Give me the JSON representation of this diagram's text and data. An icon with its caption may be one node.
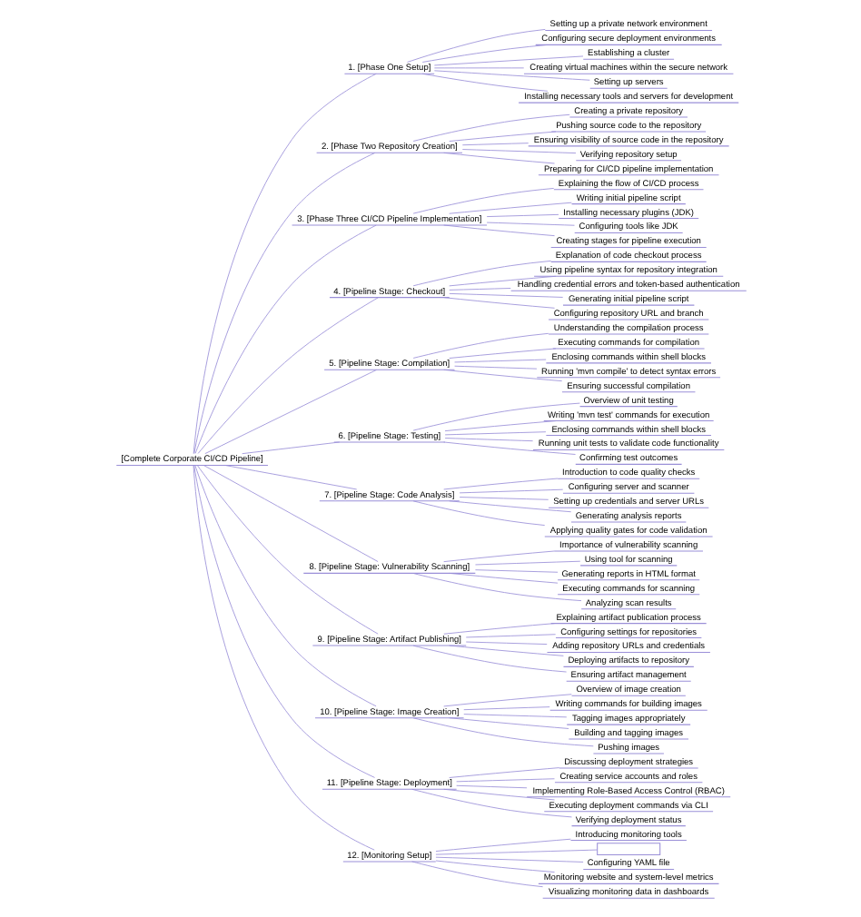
{
  "diagram": {
    "nodes": [
      {
        "text": [
          "[Complete Corporate CI/CD Pipeline]"
        ]
      },
      {
        "text": [
          "1. [Phase One Setup]"
        ]
      },
      {
        "text": [
          "Setting up a private network environment"
        ]
      },
      {
        "text": [
          "Configuring secure deployment environments"
        ]
      },
      {
        "text": [
          "Establishing a cluster"
        ]
      },
      {
        "text": [
          "Creating virtual machines within the secure network"
        ]
      },
      {
        "text": [
          "Setting up servers"
        ]
      },
      {
        "text": [
          "Installing necessary tools and servers for development"
        ]
      },
      {
        "text": [
          "2. [Phase Two Repository Creation]"
        ]
      },
      {
        "text": [
          "Creating a private repository"
        ]
      },
      {
        "text": [
          "Pushing source code to the repository"
        ]
      },
      {
        "text": [
          "Ensuring visibility of source code in the repository"
        ]
      },
      {
        "text": [
          "Verifying repository setup"
        ]
      },
      {
        "text": [
          "Preparing for CI/CD pipeline implementation"
        ]
      },
      {
        "text": [
          "3. [Phase Three CI/CD Pipeline Implementation]"
        ]
      },
      {
        "text": [
          "Explaining the flow of CI/CD process"
        ]
      },
      {
        "text": [
          "Writing initial pipeline script"
        ]
      },
      {
        "text": [
          "Installing necessary plugins (JDK)"
        ]
      },
      {
        "text": [
          "Configuring tools like JDK"
        ]
      },
      {
        "text": [
          "Creating stages for pipeline execution"
        ]
      },
      {
        "text": [
          "4. [Pipeline Stage: Checkout]"
        ]
      },
      {
        "text": [
          "Explanation of code checkout process"
        ]
      },
      {
        "text": [
          "Using pipeline syntax for repository integration"
        ]
      },
      {
        "text": [
          "Handling credential errors and token-based authentication"
        ]
      },
      {
        "text": [
          "Generating initial pipeline script"
        ]
      },
      {
        "text": [
          "Configuring repository URL and branch"
        ]
      },
      {
        "text": [
          "5. [Pipeline Stage: Compilation]"
        ]
      },
      {
        "text": [
          "Understanding the compilation process"
        ]
      },
      {
        "text": [
          "Executing commands for compilation"
        ]
      },
      {
        "text": [
          "Enclosing commands within shell blocks"
        ]
      },
      {
        "text": [
          "Running 'mvn compile' to detect syntax errors"
        ]
      },
      {
        "text": [
          "Ensuring successful compilation"
        ]
      },
      {
        "text": [
          "6. [Pipeline Stage: Testing]"
        ]
      },
      {
        "text": [
          "Overview of unit testing"
        ]
      },
      {
        "text": [
          "Writing 'mvn test' commands for execution"
        ]
      },
      {
        "text": [
          "Enclosing commands within shell blocks"
        ]
      },
      {
        "text": [
          "Running unit tests to validate code functionality"
        ]
      },
      {
        "text": [
          "Confirming test outcomes"
        ]
      },
      {
        "text": [
          "7. [Pipeline Stage: Code Analysis]"
        ]
      },
      {
        "text": [
          "Introduction to code quality checks"
        ]
      },
      {
        "text": [
          "Configuring server and scanner"
        ]
      },
      {
        "text": [
          "Setting up credentials and server URLs"
        ]
      },
      {
        "text": [
          "Generating analysis reports"
        ]
      },
      {
        "text": [
          "Applying quality gates for code validation"
        ]
      },
      {
        "text": [
          "8. [Pipeline Stage: Vulnerability Scanning]"
        ]
      },
      {
        "text": [
          "Importance of vulnerability scanning"
        ]
      },
      {
        "text": [
          "Using tool for scanning"
        ]
      },
      {
        "text": [
          "Generating reports in HTML format"
        ]
      },
      {
        "text": [
          "Executing commands for scanning"
        ]
      },
      {
        "text": [
          "Analyzing scan results"
        ]
      },
      {
        "text": [
          "9. [Pipeline Stage: Artifact Publishing]"
        ]
      },
      {
        "text": [
          "Explaining artifact publication process"
        ]
      },
      {
        "text": [
          "Configuring settings for repositories"
        ]
      },
      {
        "text": [
          "Adding repository URLs and credentials"
        ]
      },
      {
        "text": [
          "Deploying artifacts to repository"
        ]
      },
      {
        "text": [
          "Ensuring artifact management"
        ]
      },
      {
        "text": [
          "10. [Pipeline Stage: Image Creation]"
        ]
      },
      {
        "text": [
          "Overview of image creation"
        ]
      },
      {
        "text": [
          "Writing commands for building images"
        ]
      },
      {
        "text": [
          "Tagging images appropriately"
        ]
      },
      {
        "text": [
          "Building and tagging images"
        ]
      },
      {
        "text": [
          "Pushing images"
        ]
      },
      {
        "text": [
          "11. [Pipeline Stage: Deployment]"
        ]
      },
      {
        "text": [
          "Discussing deployment strategies"
        ]
      },
      {
        "text": [
          "Creating service accounts and roles"
        ]
      },
      {
        "text": [
          "Implementing Role-Based Access Control (RBAC)"
        ]
      },
      {
        "text": [
          "Executing deployment commands via CLI"
        ]
      },
      {
        "text": [
          "Verifying deployment status"
        ]
      },
      {
        "text": [
          "12. [Monitoring Setup]"
        ]
      },
      {
        "text": [
          "Introducing monitoring tools"
        ]
      },
      {
        "text": [],
        "shape": "box"
      },
      {
        "text": [
          "Configuring YAML file"
        ]
      },
      {
        "text": [
          "Monitoring website and system-level metrics"
        ]
      },
      {
        "text": [
          "Visualizing monitoring data in dashboards"
        ]
      }
    ],
    "edges": [
      {
        "from": 0,
        "to": 1,
        "arrow": "none"
      },
      {
        "from": 1,
        "to": 2,
        "arrow": "none"
      },
      {
        "from": 1,
        "to": 3,
        "arrow": "none"
      },
      {
        "from": 1,
        "to": 4,
        "arrow": "none"
      },
      {
        "from": 1,
        "to": 5,
        "arrow": "none"
      },
      {
        "from": 1,
        "to": 6,
        "arrow": "none"
      },
      {
        "from": 1,
        "to": 7,
        "arrow": "none"
      },
      {
        "from": 0,
        "to": 8,
        "arrow": "none"
      },
      {
        "from": 8,
        "to": 9,
        "arrow": "none"
      },
      {
        "from": 8,
        "to": 10,
        "arrow": "none"
      },
      {
        "from": 8,
        "to": 11,
        "arrow": "none"
      },
      {
        "from": 8,
        "to": 12,
        "arrow": "none"
      },
      {
        "from": 8,
        "to": 13,
        "arrow": "none"
      },
      {
        "from": 0,
        "to": 14,
        "arrow": "none"
      },
      {
        "from": 14,
        "to": 15,
        "arrow": "none"
      },
      {
        "from": 14,
        "to": 16,
        "arrow": "none"
      },
      {
        "from": 14,
        "to": 17,
        "arrow": "none"
      },
      {
        "from": 14,
        "to": 18,
        "arrow": "none"
      },
      {
        "from": 14,
        "to": 19,
        "arrow": "none"
      },
      {
        "from": 0,
        "to": 20,
        "arrow": "none"
      },
      {
        "from": 20,
        "to": 21,
        "arrow": "none"
      },
      {
        "from": 20,
        "to": 22,
        "arrow": "none"
      },
      {
        "from": 20,
        "to": 23,
        "arrow": "none"
      },
      {
        "from": 20,
        "to": 24,
        "arrow": "none"
      },
      {
        "from": 20,
        "to": 25,
        "arrow": "none"
      },
      {
        "from": 0,
        "to": 26,
        "arrow": "none"
      },
      {
        "from": 26,
        "to": 27,
        "arrow": "none"
      },
      {
        "from": 26,
        "to": 28,
        "arrow": "none"
      },
      {
        "from": 26,
        "to": 29,
        "arrow": "none"
      },
      {
        "from": 26,
        "to": 30,
        "arrow": "none"
      },
      {
        "from": 26,
        "to": 31,
        "arrow": "none"
      },
      {
        "from": 0,
        "to": 32,
        "arrow": "none"
      },
      {
        "from": 32,
        "to": 33,
        "arrow": "none"
      },
      {
        "from": 32,
        "to": 34,
        "arrow": "none"
      },
      {
        "from": 32,
        "to": 35,
        "arrow": "none"
      },
      {
        "from": 32,
        "to": 36,
        "arrow": "none"
      },
      {
        "from": 32,
        "to": 37,
        "arrow": "none"
      },
      {
        "from": 0,
        "to": 38,
        "arrow": "none"
      },
      {
        "from": 38,
        "to": 39,
        "arrow": "none"
      },
      {
        "from": 38,
        "to": 40,
        "arrow": "none"
      },
      {
        "from": 38,
        "to": 41,
        "arrow": "none"
      },
      {
        "from": 38,
        "to": 42,
        "arrow": "none"
      },
      {
        "from": 38,
        "to": 43,
        "arrow": "none"
      },
      {
        "from": 0,
        "to": 44,
        "arrow": "none"
      },
      {
        "from": 44,
        "to": 45,
        "arrow": "none"
      },
      {
        "from": 44,
        "to": 46,
        "arrow": "none"
      },
      {
        "from": 44,
        "to": 47,
        "arrow": "none"
      },
      {
        "from": 44,
        "to": 48,
        "arrow": "none"
      },
      {
        "from": 44,
        "to": 49,
        "arrow": "none"
      },
      {
        "from": 0,
        "to": 50,
        "arrow": "none"
      },
      {
        "from": 50,
        "to": 51,
        "arrow": "none"
      },
      {
        "from": 50,
        "to": 52,
        "arrow": "none"
      },
      {
        "from": 50,
        "to": 53,
        "arrow": "none"
      },
      {
        "from": 50,
        "to": 54,
        "arrow": "none"
      },
      {
        "from": 50,
        "to": 55,
        "arrow": "none"
      },
      {
        "from": 0,
        "to": 56,
        "arrow": "none"
      },
      {
        "from": 56,
        "to": 57,
        "arrow": "none"
      },
      {
        "from": 56,
        "to": 58,
        "arrow": "none"
      },
      {
        "from": 56,
        "to": 59,
        "arrow": "none"
      },
      {
        "from": 56,
        "to": 60,
        "arrow": "none"
      },
      {
        "from": 56,
        "to": 61,
        "arrow": "none"
      },
      {
        "from": 0,
        "to": 62,
        "arrow": "none"
      },
      {
        "from": 62,
        "to": 63,
        "arrow": "none"
      },
      {
        "from": 62,
        "to": 64,
        "arrow": "none"
      },
      {
        "from": 62,
        "to": 65,
        "arrow": "none"
      },
      {
        "from": 62,
        "to": 66,
        "arrow": "none"
      },
      {
        "from": 62,
        "to": 67,
        "arrow": "none"
      },
      {
        "from": 0,
        "to": 68,
        "arrow": "none"
      },
      {
        "from": 68,
        "to": 69,
        "arrow": "none"
      },
      {
        "from": 68,
        "to": 70,
        "arrow": "none"
      },
      {
        "from": 68,
        "to": 71,
        "arrow": "none"
      },
      {
        "from": 68,
        "to": 72,
        "arrow": "none"
      },
      {
        "from": 68,
        "to": 73,
        "arrow": "none"
      }
    ]
  }
}
